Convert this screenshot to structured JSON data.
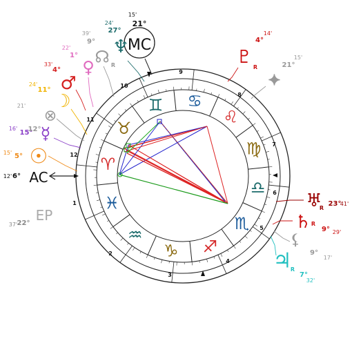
{
  "angles": {
    "ac": {
      "label": "AC",
      "deg": "6°",
      "min": "12'"
    },
    "mc": {
      "label": "MC",
      "deg": "21°",
      "min": "15'"
    },
    "ep": {
      "label": "EP",
      "deg": "22°",
      "min": "37'"
    }
  },
  "houses": [
    {
      "num": "1",
      "lon": 180
    },
    {
      "num": "2",
      "lon": 210
    },
    {
      "num": "3",
      "lon": 240
    },
    {
      "num": "4",
      "lon": 270
    },
    {
      "num": "5",
      "lon": 300
    },
    {
      "num": "6",
      "lon": 330
    },
    {
      "num": "7",
      "lon": 0
    },
    {
      "num": "8",
      "lon": 30
    },
    {
      "num": "9",
      "lon": 60
    },
    {
      "num": "10",
      "lon": 90
    },
    {
      "num": "11",
      "lon": 120
    },
    {
      "num": "12",
      "lon": 150
    }
  ],
  "signs": [
    {
      "name": "aries",
      "glyph": "♈",
      "color": "#d52b2b"
    },
    {
      "name": "taurus",
      "glyph": "♉",
      "color": "#8b6b12"
    },
    {
      "name": "gemini",
      "glyph": "♊",
      "color": "#1a6a6a"
    },
    {
      "name": "cancer",
      "glyph": "♋",
      "color": "#1a5a9a"
    },
    {
      "name": "leo",
      "glyph": "♌",
      "color": "#d52b2b"
    },
    {
      "name": "virgo",
      "glyph": "♍",
      "color": "#8b6b12"
    },
    {
      "name": "libra",
      "glyph": "♎",
      "color": "#1a6a6a"
    },
    {
      "name": "scorpio",
      "glyph": "♏",
      "color": "#1a5a9a"
    },
    {
      "name": "sagittarius",
      "glyph": "♐",
      "color": "#d52b2b"
    },
    {
      "name": "capricorn",
      "glyph": "♑",
      "color": "#8b6b12"
    },
    {
      "name": "aquarius",
      "glyph": "♒",
      "color": "#1a6a6a"
    },
    {
      "name": "pisces",
      "glyph": "♓",
      "color": "#1a5a9a"
    }
  ],
  "planets": [
    {
      "name": "sun",
      "glyph": "☉",
      "color": "#ef8a17",
      "deg": "5°",
      "min": "15'",
      "r": ""
    },
    {
      "name": "mercury",
      "glyph": "☿",
      "color": "#8a3fc7",
      "deg": "15°",
      "min": "16'",
      "r": ""
    },
    {
      "name": "part-of-fortune",
      "glyph": "⊗",
      "color": "#999999",
      "deg": "12°",
      "min": "21'",
      "r": ""
    },
    {
      "name": "moon",
      "glyph": "☽",
      "color": "#f0b300",
      "deg": "11°",
      "min": "24'",
      "r": ""
    },
    {
      "name": "mars",
      "glyph": "♂",
      "color": "#d52020",
      "deg": "4°",
      "min": "33'",
      "r": ""
    },
    {
      "name": "venus",
      "glyph": "♀",
      "color": "#e06abf",
      "deg": "1°",
      "min": "22'",
      "r": ""
    },
    {
      "name": "north-node",
      "glyph": "☊",
      "color": "#999999",
      "deg": "9°",
      "min": "39'",
      "r": "R"
    },
    {
      "name": "neptune",
      "glyph": "♆",
      "color": "#1a6a6a",
      "deg": "27°",
      "min": "24'",
      "r": ""
    },
    {
      "name": "pluto",
      "glyph": "♇",
      "color": "#cc1111",
      "deg": "4°",
      "min": "14'",
      "r": "R"
    },
    {
      "name": "vertex",
      "glyph": "⯌",
      "color": "#999999",
      "deg": "21°",
      "min": "15'",
      "r": ""
    },
    {
      "name": "uranus",
      "glyph": "♅",
      "color": "#990000",
      "deg": "23°",
      "min": "41'",
      "r": "R"
    },
    {
      "name": "saturn",
      "glyph": "♄",
      "color": "#cc1111",
      "deg": "9°",
      "min": "29'",
      "r": "R"
    },
    {
      "name": "lilith",
      "glyph": "⚸",
      "color": "#999999",
      "deg": "9°",
      "min": "17'",
      "r": ""
    },
    {
      "name": "jupiter",
      "glyph": "♃",
      "color": "#22c0c0",
      "deg": "7°",
      "min": "32'",
      "r": "R"
    }
  ]
}
